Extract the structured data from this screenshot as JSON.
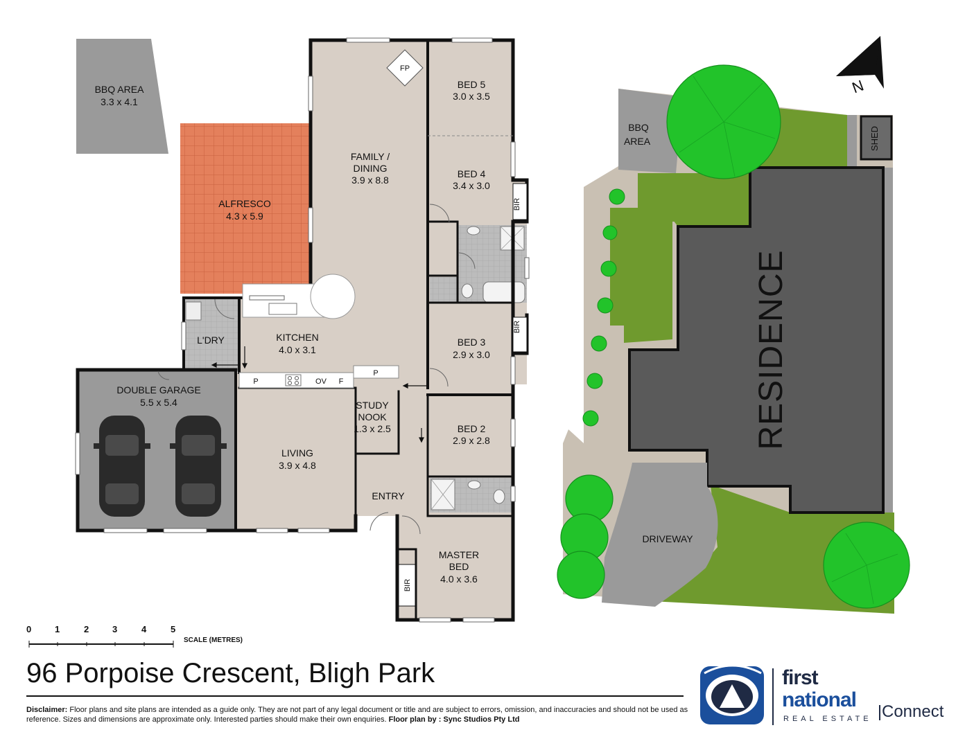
{
  "address": "96 Porpoise Crescent, Bligh Park",
  "rooms": {
    "bbq_area": {
      "name": "BBQ AREA",
      "dims": "3.3 x 4.1"
    },
    "alfresco": {
      "name": "ALFRESCO",
      "dims": "4.3 x 5.9"
    },
    "family_dining": {
      "name_line1": "FAMILY /",
      "name_line2": "DINING",
      "dims": "3.9 x 8.8"
    },
    "fireplace": "FP",
    "bed5": {
      "name": "BED 5",
      "dims": "3.0 x 3.5"
    },
    "bed4": {
      "name": "BED 4",
      "dims": "3.4 x 3.0"
    },
    "bed3": {
      "name": "BED 3",
      "dims": "2.9 x 3.0"
    },
    "bed2": {
      "name": "BED 2",
      "dims": "2.9 x 2.8"
    },
    "kitchen": {
      "name": "KITCHEN",
      "dims": "4.0 x 3.1"
    },
    "laundry": {
      "name": "L'DRY"
    },
    "double_garage": {
      "name": "DOUBLE GARAGE",
      "dims": "5.5 x 5.4"
    },
    "study_nook": {
      "name_line1": "STUDY",
      "name_line2": "NOOK",
      "dims": "1.3 x 2.5"
    },
    "living": {
      "name": "LIVING",
      "dims": "3.9 x 4.8"
    },
    "entry": {
      "name": "ENTRY"
    },
    "master_bed": {
      "name_line1": "MASTER",
      "name_line2": "BED",
      "dims": "4.0 x 3.6"
    },
    "bir": "BIR",
    "pantry": "P",
    "oven": "OV",
    "fridge": "F"
  },
  "site": {
    "bbq_line1": "BBQ",
    "bbq_line2": "AREA",
    "shed": "SHED",
    "residence": "RESIDENCE",
    "driveway": "DRIVEWAY",
    "north": "N"
  },
  "scale": {
    "ticks": [
      "0",
      "1",
      "2",
      "3",
      "4",
      "5"
    ],
    "label": "SCALE (METRES)"
  },
  "disclaimer": {
    "heading": "Disclaimer:",
    "body": "Floor plans and site plans are intended as a guide only. They are not part of any legal document or title and are subject to errors, omission, and inaccuracies and should not be used as reference. Sizes and dimensions are approximate only. Interested parties should make their own enquiries.",
    "credit_label": "Floor plan by :",
    "credit": "Sync Studios Pty Ltd"
  },
  "brand": {
    "line1": "first",
    "line2": "national",
    "line3": "REAL ESTATE",
    "suffix": "Connect"
  },
  "colors": {
    "room_fill": "#d8cfc6",
    "garage_fill": "#9a9a9a",
    "alfresco_fill": "#e07a5a",
    "wet_fill": "#bdbdbd",
    "lawn": "#6f9a2e",
    "residence": "#5a5a5a",
    "tree": "#22c32a",
    "path": "#c9c0b3",
    "brand_blue": "#1b4f9c",
    "brand_navy": "#1f2a44"
  }
}
